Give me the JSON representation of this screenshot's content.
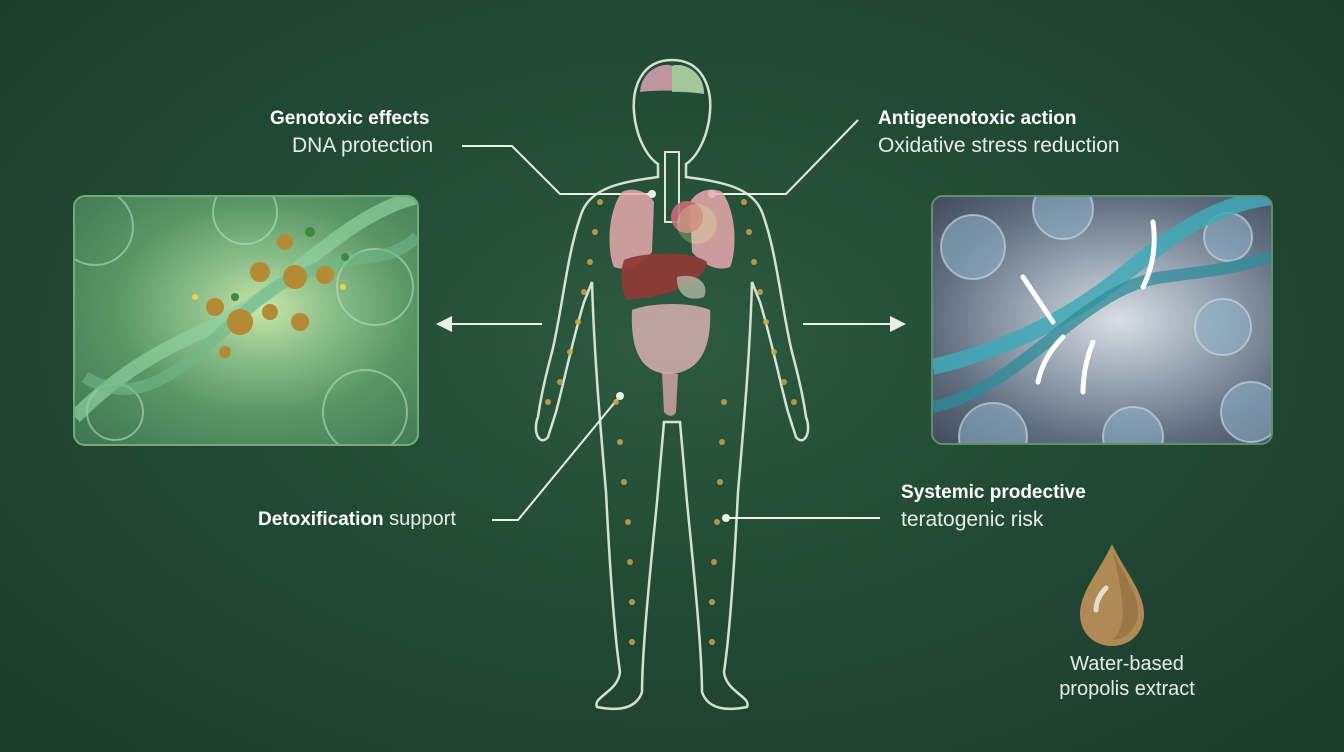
{
  "labels": {
    "genotoxic_title": "Genotoxic effects",
    "genotoxic_sub": "DNA protection",
    "antigeno_title": "Antigeenotoxic action",
    "antigeno_sub": "Oxidative stress reduction",
    "detox_bold": "Detoxification",
    "detox_rest": " support",
    "systemic_title": "Systemic prodective",
    "systemic_sub": "teratogenic risk",
    "extract_line1": "Water-based",
    "extract_line2": "propolis extract"
  },
  "colors": {
    "background": "#224a34",
    "body_outline": "#e8f2e4",
    "dot_gold": "#c9a44a",
    "dot_green": "#4e8a58",
    "drop": "#b08a55",
    "dna_left": "#8fd0a0",
    "dna_right": "#3fa9b5"
  },
  "icons": [
    "human-body-figure",
    "dna-helix-icon",
    "cell-icon",
    "arrow-left-icon",
    "arrow-right-icon",
    "propolis-drop-icon"
  ]
}
